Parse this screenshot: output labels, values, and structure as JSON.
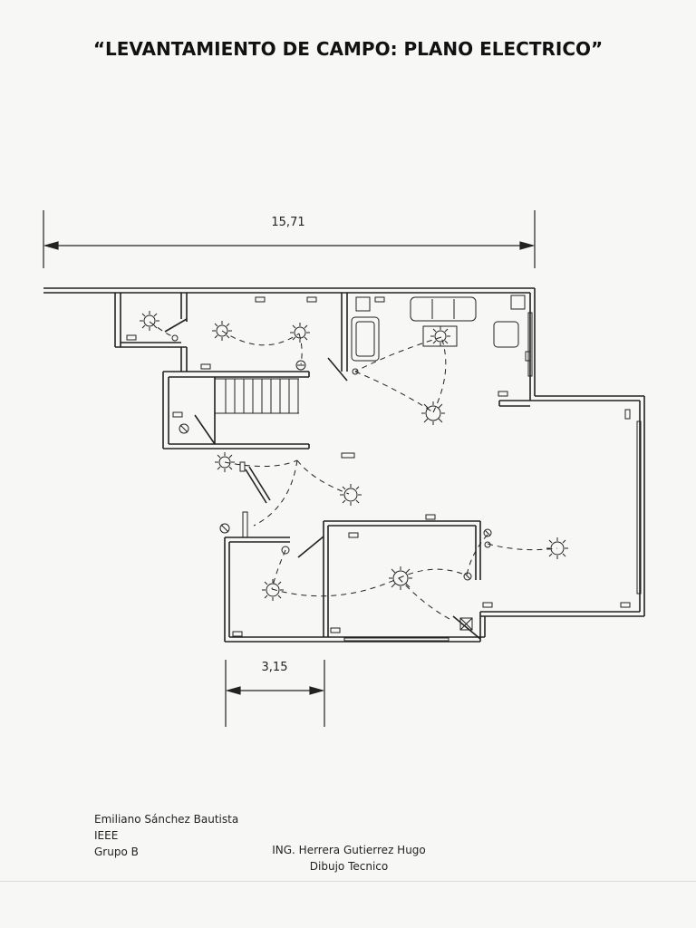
{
  "title": "“LEVANTAMIENTO DE CAMPO: PLANO ELECTRICO”",
  "dimensions": {
    "overall_width": "15,71",
    "room_width": "3,15"
  },
  "author": {
    "name": "Emiliano Sánchez Bautista",
    "org": "IEEE",
    "group": "Grupo B"
  },
  "instructor": {
    "name": "ING. Herrera Gutierrez Hugo",
    "course": "Dibujo Tecnico"
  },
  "colors": {
    "ink": "#222222",
    "paper": "#f7f7f5"
  }
}
